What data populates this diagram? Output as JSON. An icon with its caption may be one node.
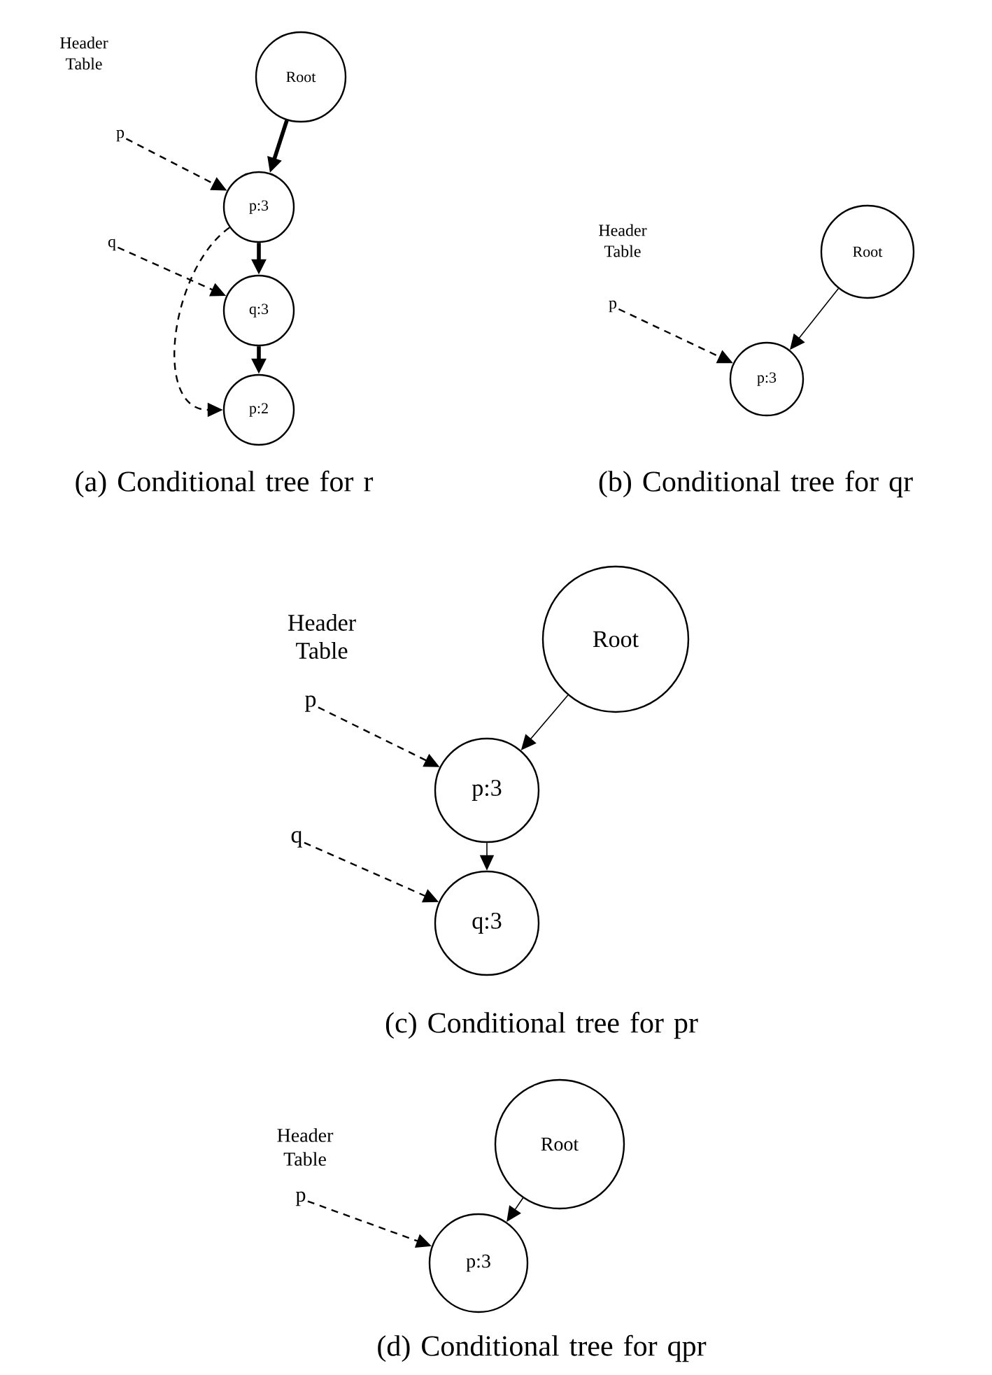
{
  "diagram": {
    "nodes": [
      {
        "text": [
          "Root"
        ]
      },
      {
        "text": [
          "p:3"
        ]
      },
      {
        "text": [
          "q:3"
        ]
      },
      {
        "text": [
          "p:2"
        ]
      },
      {
        "text": [
          "p"
        ]
      },
      {
        "text": [
          "q"
        ]
      },
      {
        "text": [
          "Root"
        ]
      },
      {
        "text": [
          "p:3"
        ]
      },
      {
        "text": [
          "p"
        ]
      },
      {
        "text": [
          "Root"
        ]
      },
      {
        "text": [
          "p:3"
        ]
      },
      {
        "text": [
          "q:3"
        ]
      },
      {
        "text": [
          "p"
        ]
      },
      {
        "text": [
          "q"
        ]
      },
      {
        "text": [
          "Root"
        ]
      },
      {
        "text": [
          "p:3"
        ]
      },
      {
        "text": [
          "p"
        ]
      }
    ],
    "edges": [
      {
        "from": 0,
        "to": 1,
        "arrow": "to",
        "style": "thick"
      },
      {
        "from": 1,
        "to": 2,
        "arrow": "to",
        "style": "thick"
      },
      {
        "from": 2,
        "to": 3,
        "arrow": "to",
        "style": "thick"
      },
      {
        "from": 4,
        "to": 1,
        "arrow": "to",
        "style": "dashed"
      },
      {
        "from": 5,
        "to": 2,
        "arrow": "to",
        "style": "dashed"
      },
      {
        "from": 1,
        "to": 3,
        "arrow": "to",
        "style": "dashed"
      },
      {
        "from": 6,
        "to": 7,
        "arrow": "to"
      },
      {
        "from": 8,
        "to": 7,
        "arrow": "to",
        "style": "dashed"
      },
      {
        "from": 9,
        "to": 10,
        "arrow": "to"
      },
      {
        "from": 10,
        "to": 11,
        "arrow": "to"
      },
      {
        "from": 12,
        "to": 10,
        "arrow": "to",
        "style": "dashed"
      },
      {
        "from": 13,
        "to": 11,
        "arrow": "to",
        "style": "dashed"
      },
      {
        "from": 14,
        "to": 15,
        "arrow": "to"
      },
      {
        "from": 16,
        "to": 15,
        "arrow": "to",
        "style": "dashed"
      }
    ],
    "labels": [
      "Header Table",
      "Header Table",
      "(a) Conditional tree for r",
      "(b) Conditional tree for qr",
      "Header Table",
      "(c) Conditional tree for pr",
      "Header Table",
      "(d) Conditional tree for qpr"
    ]
  }
}
